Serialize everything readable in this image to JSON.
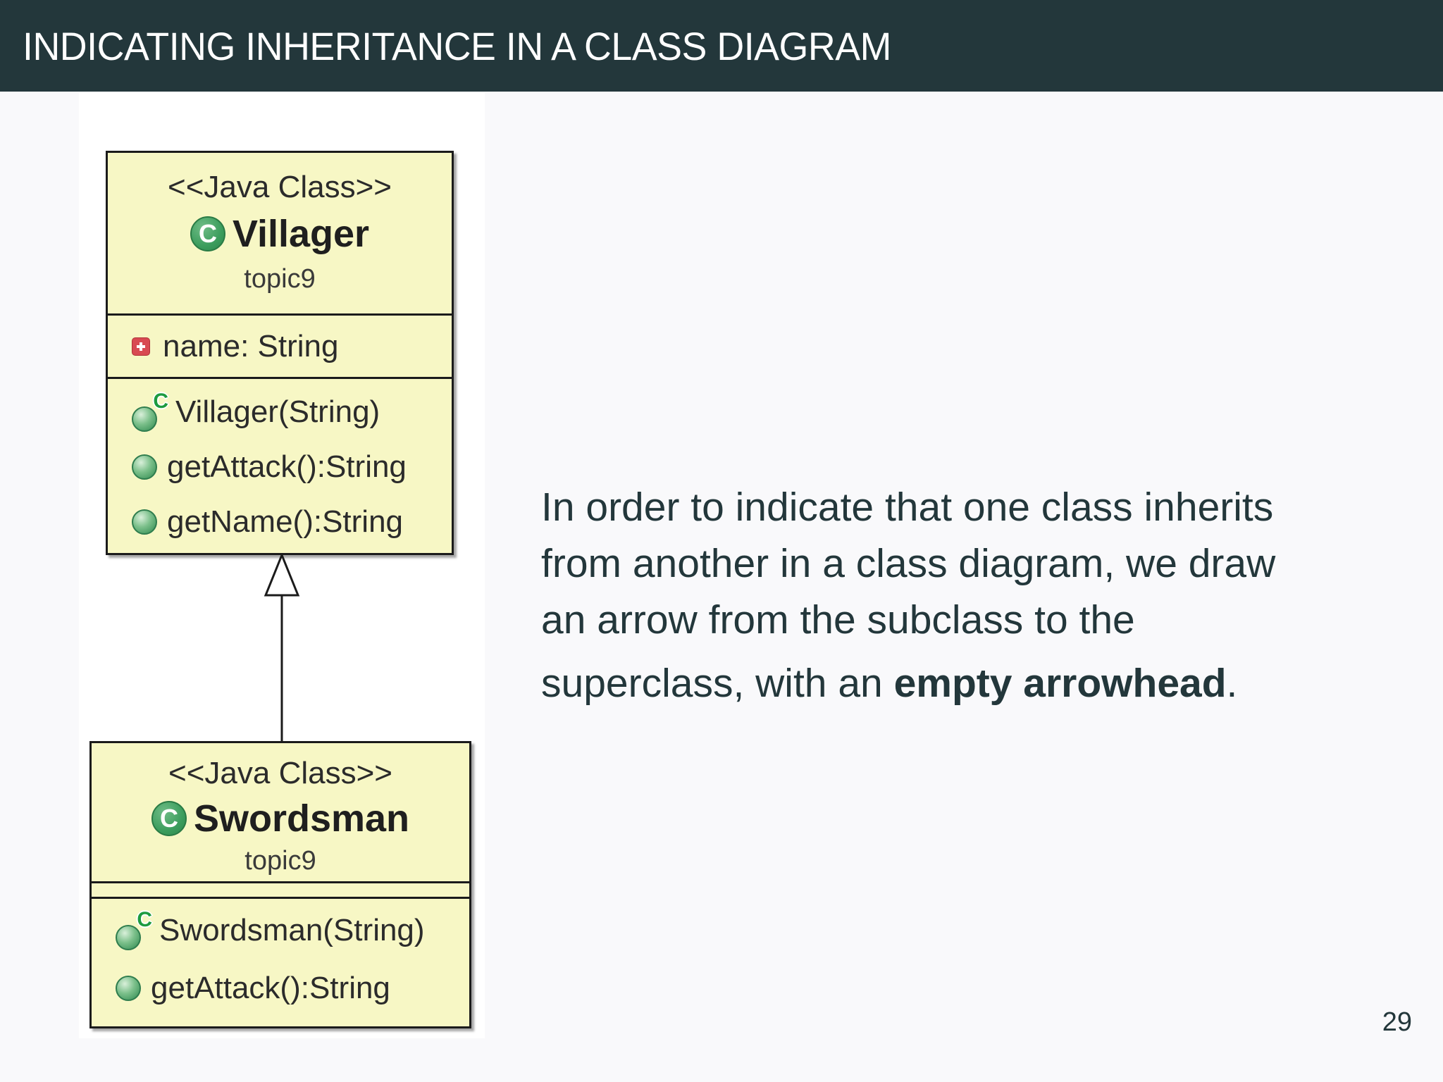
{
  "slide": {
    "title": "INDICATING INHERITANCE IN A CLASS DIAGRAM",
    "page_number": "29",
    "colors": {
      "title_bar_bg": "#23373b",
      "title_text": "#ffffff",
      "slide_bg": "#f9f9fb",
      "body_text": "#23373b",
      "class_box_fill": "#f7f7c5",
      "class_box_border": "#1b1b1b",
      "class_icon_green": "#3c9d5d",
      "field_icon_red": "#d84a52"
    }
  },
  "paragraph": {
    "line1": "In order to indicate that one class inherits",
    "line2": "from another in a class diagram, we draw",
    "line3": "an arrow from the subclass to the",
    "line4_prefix": "superclass, with an ",
    "line4_bold": "empty arrowhead",
    "line4_suffix": "."
  },
  "icons": {
    "class_letter": "C",
    "constructor_letter": "C"
  },
  "diagram": {
    "relationship": "inheritance-empty-arrowhead-from-subclass-to-superclass",
    "villager": {
      "stereotype": "<<Java Class>>",
      "name": "Villager",
      "package": "topic9",
      "attributes": [
        {
          "icon": "private-field-icon",
          "text": "name: String"
        }
      ],
      "methods": [
        {
          "icon": "constructor-icon",
          "text": "Villager(String)"
        },
        {
          "icon": "method-icon",
          "text": "getAttack():String"
        },
        {
          "icon": "method-icon",
          "text": "getName():String"
        }
      ]
    },
    "swordsman": {
      "stereotype": "<<Java Class>>",
      "name": "Swordsman",
      "package": "topic9",
      "attributes": [],
      "methods": [
        {
          "icon": "constructor-icon",
          "text": "Swordsman(String)"
        },
        {
          "icon": "method-icon",
          "text": "getAttack():String"
        }
      ]
    }
  }
}
